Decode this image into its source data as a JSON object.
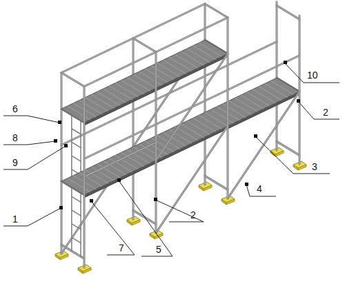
{
  "diagram": {
    "labels": [
      "6",
      "10",
      "8",
      "9",
      "2",
      "3",
      "4",
      "1",
      "2",
      "7",
      "5"
    ]
  }
}
